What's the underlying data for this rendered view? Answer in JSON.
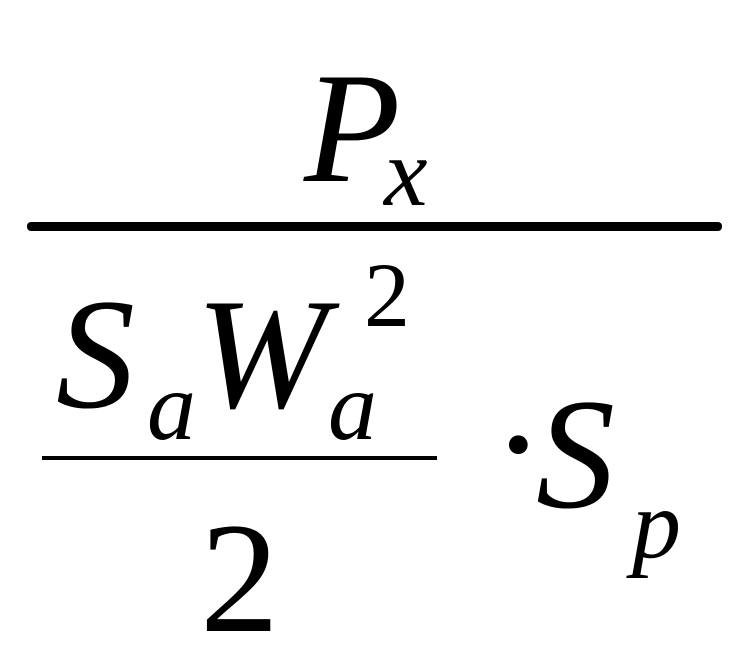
{
  "formula": {
    "numerator": {
      "symbol": "P",
      "subscript": "x"
    },
    "denominator": {
      "inner_fraction": {
        "numerator": {
          "factor1_symbol": "S",
          "factor1_subscript": "a",
          "factor2_symbol": "W",
          "factor2_subscript": "a",
          "factor2_exponent": "2"
        },
        "denominator": "2"
      },
      "operator": "·",
      "factor_symbol": "S",
      "factor_subscript": "p"
    }
  },
  "colors": {
    "ink": "#000000",
    "background": "#ffffff"
  }
}
